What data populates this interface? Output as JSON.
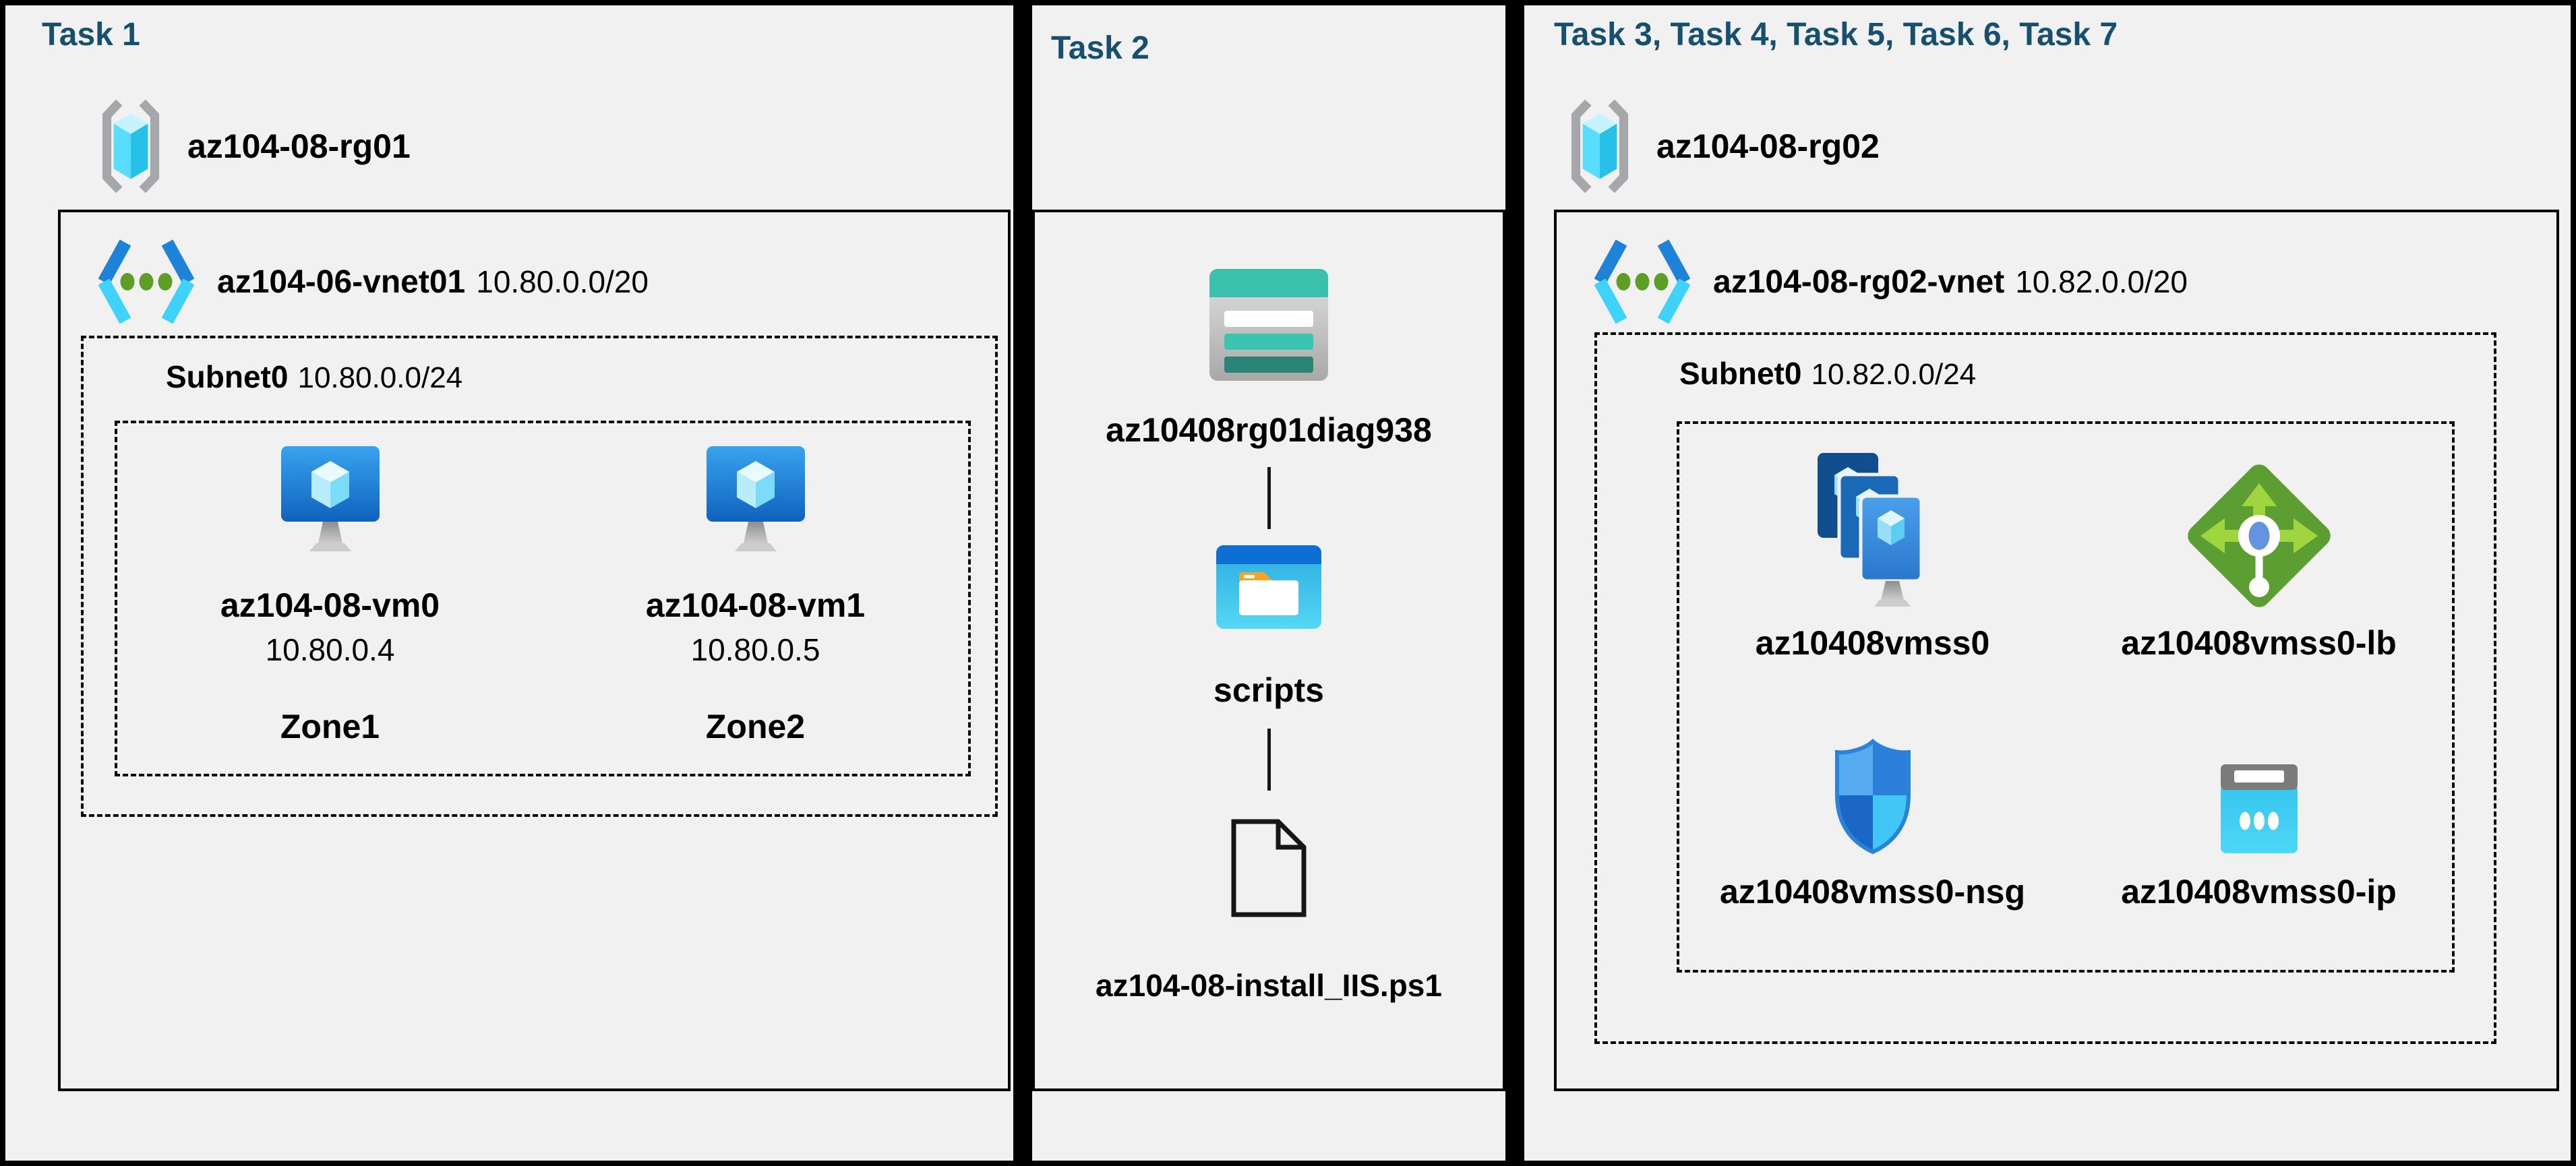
{
  "colors": {
    "canvas_border": "#000000",
    "panel_background": "#f1f1f2",
    "task_title": "#17506e",
    "label_text": "#000000",
    "vnet_chevron_top": "#1e82d8",
    "vnet_chevron_bottom": "#3fd2fb",
    "vnet_dots": "#5f9e24",
    "storage_teal": "#3bc0ae",
    "load_balancer_green": "#5c9e31",
    "folder_titlebar_blue": "#0d6fd3"
  },
  "icons": {
    "resource_group": "azure-resource-group (gray brackets with cyan cube)",
    "virtual_network": "azure-vnet (blue chevrons with green dots)",
    "virtual_machine": "azure-vm (blue monitor with crystal)",
    "storage_account": "azure-storage-account (teal banded table)",
    "folder": "blob-container folder window",
    "file": "document outline with folded corner",
    "vm_scale_set": "three stacked vm monitors",
    "load_balancer": "green diamond with arrows",
    "network_security_group": "blue quartered shield",
    "public_ip": "cyan block with gray cap and three dots"
  },
  "panels": [
    {
      "title": "Task 1",
      "resource_group": "az104-08-rg01",
      "vnet_name": "az104-06-vnet01",
      "vnet_cidr": "10.80.0.0/20",
      "subnet_name": "Subnet0",
      "subnet_cidr": "10.80.0.0/24",
      "vms": [
        {
          "name": "az104-08-vm0",
          "ip": "10.80.0.4",
          "zone": "Zone1"
        },
        {
          "name": "az104-08-vm1",
          "ip": "10.80.0.5",
          "zone": "Zone2"
        }
      ]
    },
    {
      "title": "Task 2",
      "storage_account": "az10408rg01diag938",
      "folder": "scripts",
      "file": "az104-08-install_IIS.ps1"
    },
    {
      "title": "Task 3, Task 4, Task 5, Task 6, Task 7",
      "resource_group": "az104-08-rg02",
      "vnet_name": "az104-08-rg02-vnet",
      "vnet_cidr": "10.82.0.0/20",
      "subnet_name": "Subnet0",
      "subnet_cidr": "10.82.0.0/24",
      "resources": [
        {
          "name": "az10408vmss0",
          "type": "vm-scale-set"
        },
        {
          "name": "az10408vmss0-lb",
          "type": "load-balancer"
        },
        {
          "name": "az10408vmss0-nsg",
          "type": "network-security-group"
        },
        {
          "name": "az10408vmss0-ip",
          "type": "public-ip"
        }
      ]
    }
  ]
}
